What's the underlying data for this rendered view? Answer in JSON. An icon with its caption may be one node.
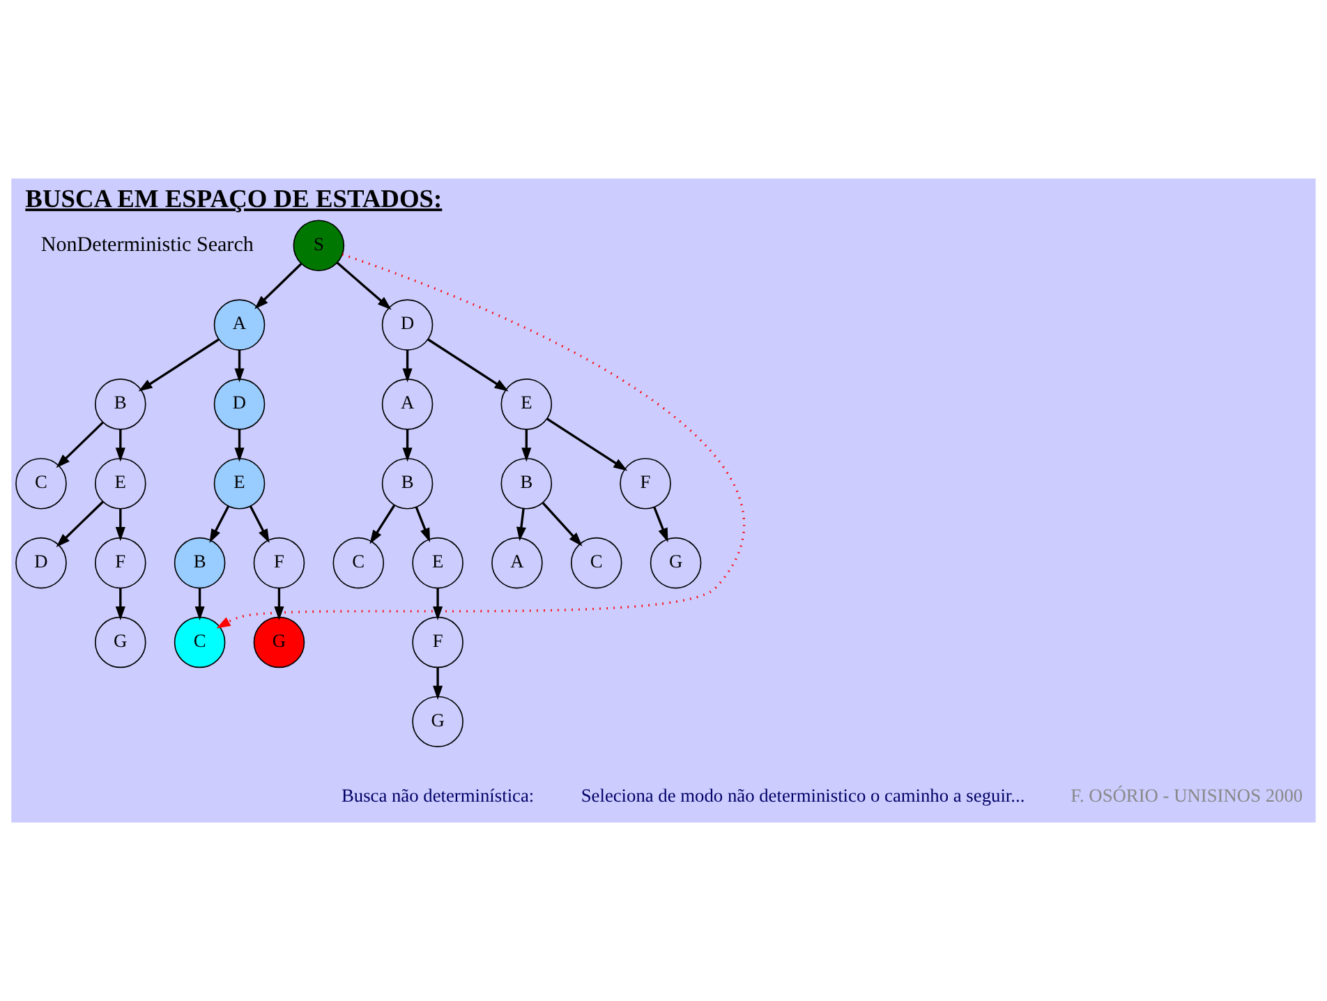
{
  "diagram": {
    "title": "BUSCA EM ESPAÇO DE ESTADOS:",
    "nodes": [
      {
        "text": [
          "S"
        ]
      },
      {
        "text": [
          "A"
        ]
      },
      {
        "text": [
          "D"
        ]
      },
      {
        "text": [
          "B"
        ]
      },
      {
        "text": [
          "D"
        ]
      },
      {
        "text": [
          "A"
        ]
      },
      {
        "text": [
          "E"
        ]
      },
      {
        "text": [
          "C"
        ]
      },
      {
        "text": [
          "E"
        ]
      },
      {
        "text": [
          "E"
        ]
      },
      {
        "text": [
          "B"
        ]
      },
      {
        "text": [
          "B"
        ]
      },
      {
        "text": [
          "F"
        ]
      },
      {
        "text": [
          "D"
        ]
      },
      {
        "text": [
          "F"
        ]
      },
      {
        "text": [
          "B"
        ]
      },
      {
        "text": [
          "F"
        ]
      },
      {
        "text": [
          "C"
        ]
      },
      {
        "text": [
          "E"
        ]
      },
      {
        "text": [
          "A"
        ]
      },
      {
        "text": [
          "C"
        ]
      },
      {
        "text": [
          "G"
        ]
      },
      {
        "text": [
          "G"
        ]
      },
      {
        "text": [
          "C"
        ]
      },
      {
        "text": [
          "G"
        ]
      },
      {
        "text": [
          "F"
        ]
      },
      {
        "text": [
          "G"
        ]
      }
    ],
    "edges": [
      {
        "from": 0,
        "to": 1,
        "arrow": "to"
      },
      {
        "from": 0,
        "to": 2,
        "arrow": "to"
      },
      {
        "from": 1,
        "to": 3,
        "arrow": "to"
      },
      {
        "from": 1,
        "to": 4,
        "arrow": "to"
      },
      {
        "from": 2,
        "to": 5,
        "arrow": "to"
      },
      {
        "from": 2,
        "to": 6,
        "arrow": "to"
      },
      {
        "from": 3,
        "to": 7,
        "arrow": "to"
      },
      {
        "from": 3,
        "to": 8,
        "arrow": "to"
      },
      {
        "from": 4,
        "to": 9,
        "arrow": "to"
      },
      {
        "from": 5,
        "to": 10,
        "arrow": "to"
      },
      {
        "from": 6,
        "to": 11,
        "arrow": "to"
      },
      {
        "from": 6,
        "to": 12,
        "arrow": "to"
      },
      {
        "from": 8,
        "to": 13,
        "arrow": "to"
      },
      {
        "from": 8,
        "to": 14,
        "arrow": "to"
      },
      {
        "from": 9,
        "to": 15,
        "arrow": "to"
      },
      {
        "from": 9,
        "to": 16,
        "arrow": "to"
      },
      {
        "from": 10,
        "to": 17,
        "arrow": "to"
      },
      {
        "from": 10,
        "to": 18,
        "arrow": "to"
      },
      {
        "from": 11,
        "to": 19,
        "arrow": "to"
      },
      {
        "from": 11,
        "to": 20,
        "arrow": "to"
      },
      {
        "from": 12,
        "to": 21,
        "arrow": "to"
      },
      {
        "from": 14,
        "to": 22,
        "arrow": "to"
      },
      {
        "from": 15,
        "to": 23,
        "arrow": "to"
      },
      {
        "from": 16,
        "to": 24,
        "arrow": "to"
      },
      {
        "from": 18,
        "to": 25,
        "arrow": "to"
      },
      {
        "from": 25,
        "to": 26,
        "arrow": "to"
      },
      {
        "from": 0,
        "to": 23,
        "arrow": "to",
        "style": "dashed",
        "color": "#ff0000"
      }
    ],
    "labels": [
      "NonDeterministic Search",
      "Busca não determinística:",
      "Seleciona de modo não deterministico o caminho a seguir...",
      "F. OSÓRIO - UNISINOS 2000"
    ]
  }
}
